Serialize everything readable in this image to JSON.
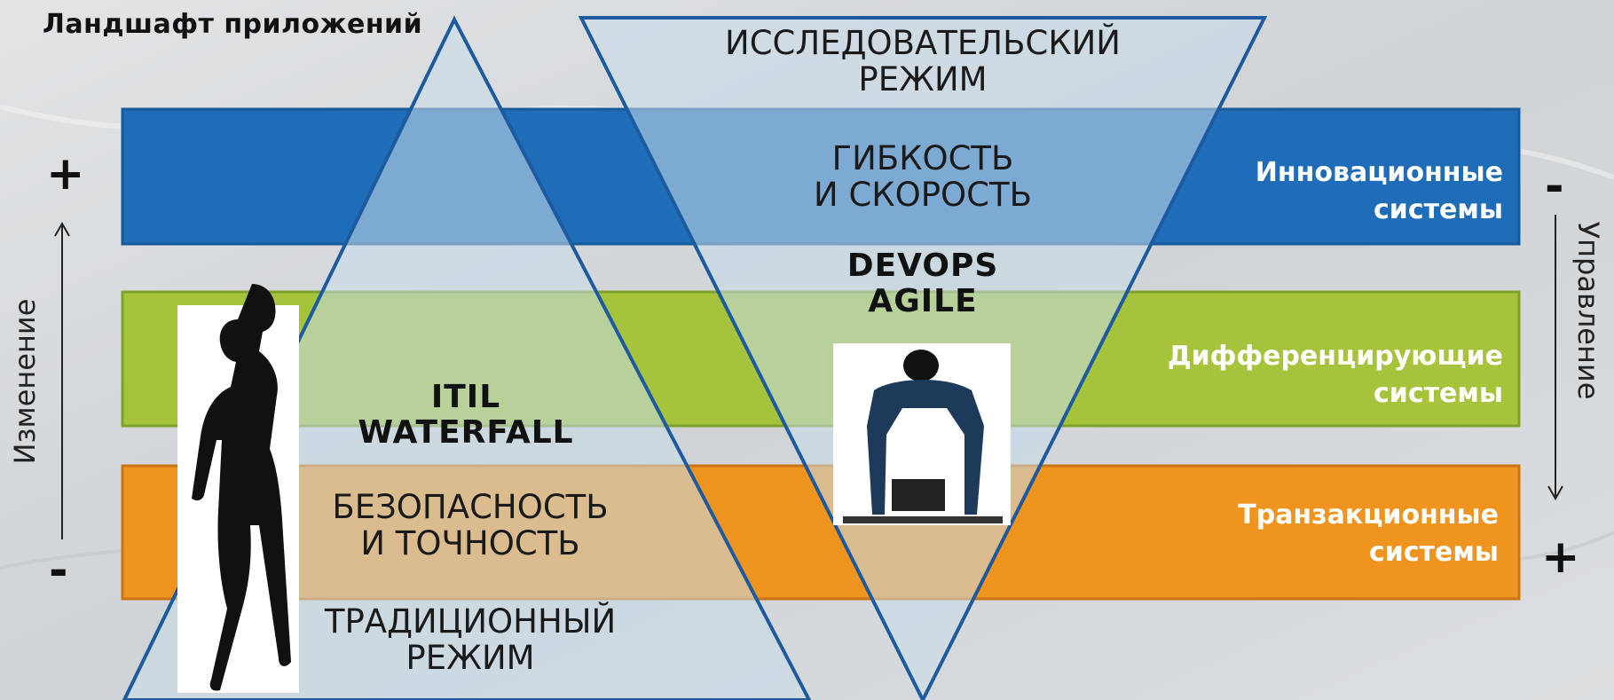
{
  "title": "Ландшафт приложений",
  "bands": {
    "innovation": {
      "line1": "Инновационные",
      "line2": "системы",
      "color": "#1f6db8"
    },
    "differentiating": {
      "line1": "Дифференцирующие",
      "line2": "системы",
      "color": "#a5c43c"
    },
    "transactional": {
      "line1": "Транзакционные",
      "line2": "системы",
      "color": "#ef941f"
    }
  },
  "exploratory_mode": {
    "line1": "ИССЛЕДОВАТЕЛЬСКИЙ",
    "line2": "РЕЖИМ"
  },
  "agility": {
    "line1": "ГИБКОСТЬ",
    "line2": "И СКОРОСТЬ"
  },
  "devops": {
    "line1": "DEVOPS",
    "line2": "AGILE"
  },
  "itil": {
    "line1": "ITIL",
    "line2": "WATERFALL"
  },
  "safety": {
    "line1": "БЕЗОПАСНОСТЬ",
    "line2": "И ТОЧНОСТЬ"
  },
  "traditional_mode": {
    "line1": "ТРАДИЦИОННЫЙ",
    "line2": "РЕЖИМ"
  },
  "left_axis": {
    "label": "Изменение",
    "top_sign": "+",
    "bottom_sign": "-"
  },
  "right_axis": {
    "label": "Управление",
    "top_sign": "-",
    "bottom_sign": "+"
  },
  "colors": {
    "triangle_fill": "#c9dce9",
    "triangle_stroke": "#1e5aa0",
    "background": "#d6d9dc"
  }
}
